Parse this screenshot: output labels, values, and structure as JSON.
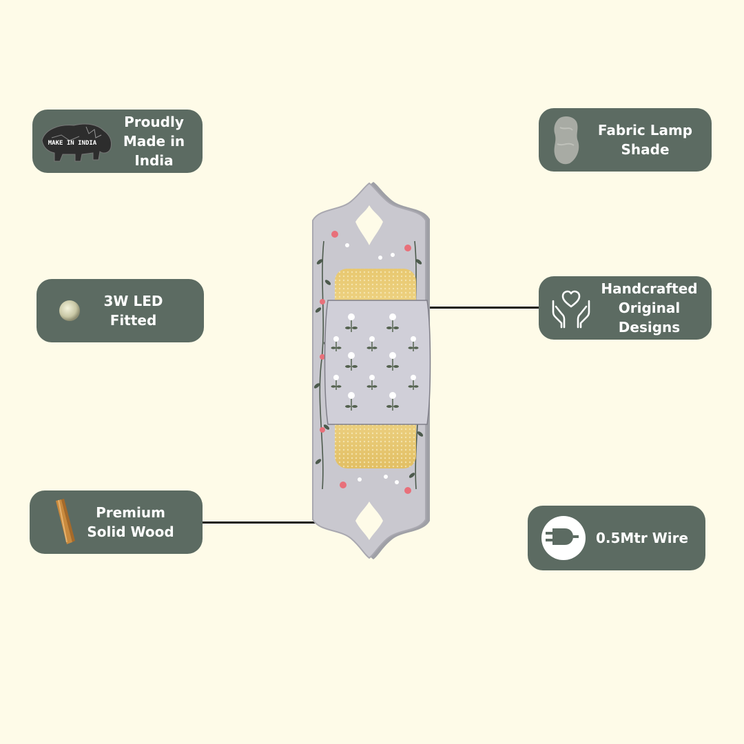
{
  "badges": {
    "made_in_india": {
      "text": "Proudly\nMade in\nIndia",
      "logo_text": "MAKE IN INDIA"
    },
    "fabric_shade": {
      "text": "Fabric Lamp\nShade"
    },
    "led": {
      "text": "3W LED\nFitted"
    },
    "handcrafted": {
      "text": "Handcrafted\nOriginal\nDesigns"
    },
    "wood": {
      "text": "Premium\nSolid Wood"
    },
    "wire": {
      "text": "0.5Mtr Wire"
    }
  },
  "colors": {
    "background": "#fefbe8",
    "badge": "#5c6b62",
    "lamp_frame": "#c9c8cf",
    "shade_glow": "#f2d789"
  },
  "icons": [
    "make-in-india-lion-icon",
    "fabric-swatch-icon",
    "led-bulb-icon",
    "heart-hands-icon",
    "wood-plank-icon",
    "power-plug-icon"
  ]
}
